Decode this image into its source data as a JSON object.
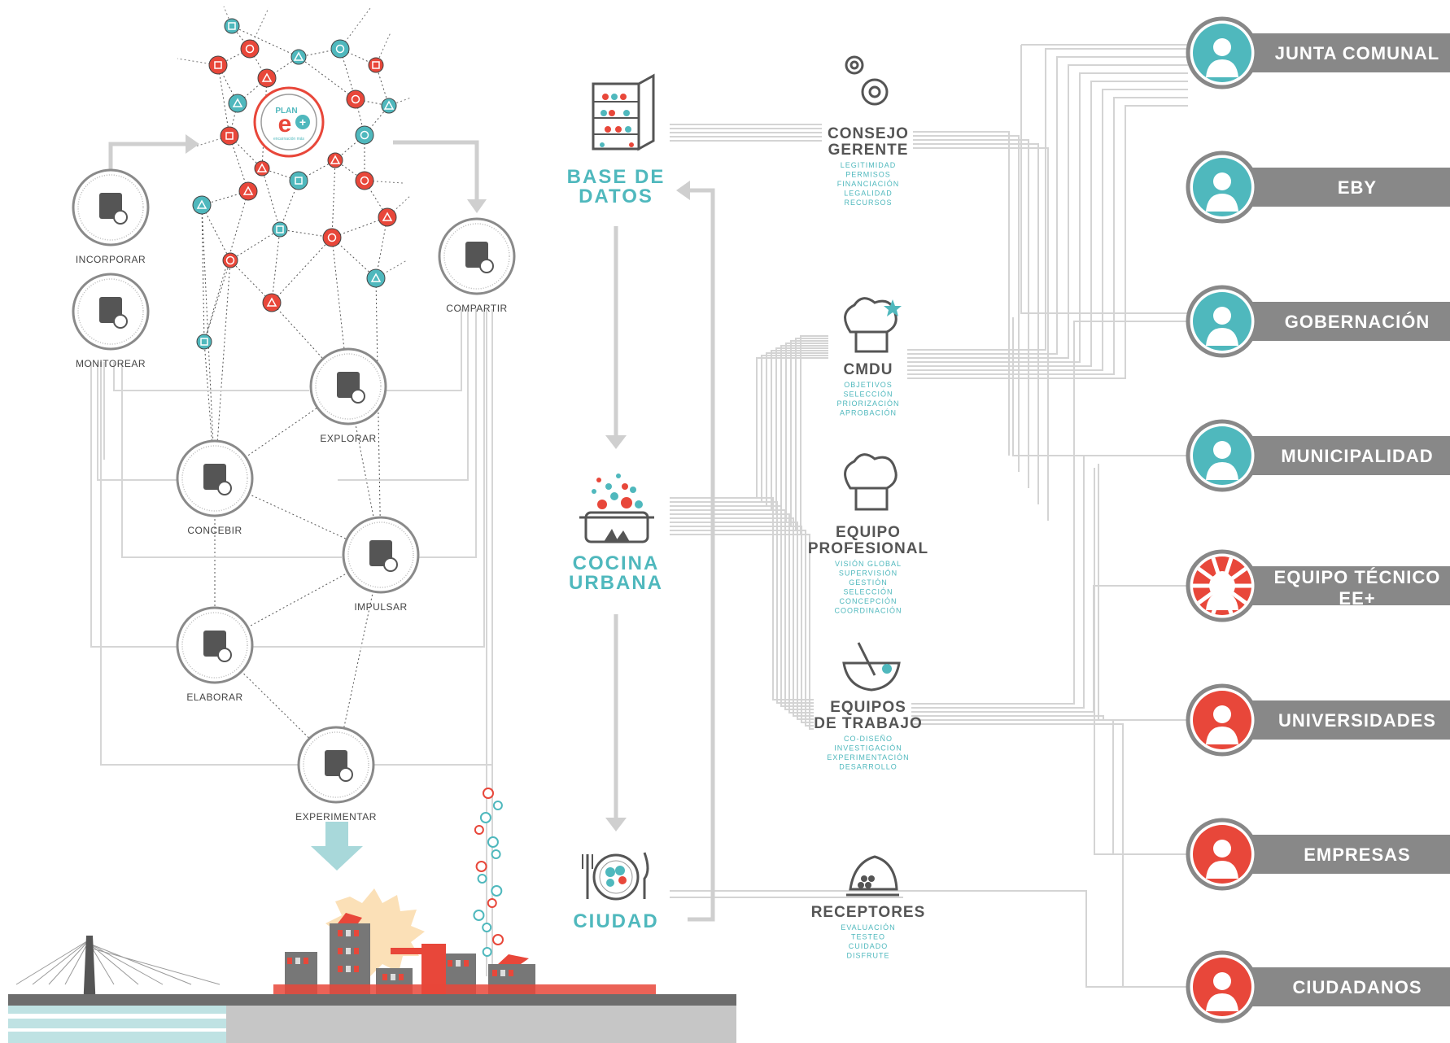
{
  "network": {
    "center": {
      "top": "PLAN",
      "letter": "e",
      "plus": "+",
      "caption": "encarnación más"
    },
    "stages": [
      {
        "key": "incorporar",
        "label": "INCORPORAR",
        "icon": "document-plus-icon"
      },
      {
        "key": "monitorear",
        "label": "MONITOREAR",
        "icon": "magnifier-icon"
      },
      {
        "key": "compartir",
        "label": "COMPARTIR",
        "icon": "megaphone-icon"
      },
      {
        "key": "explorar",
        "label": "EXPLORAR",
        "icon": "binoculars-icon"
      },
      {
        "key": "concebir",
        "label": "CONCEBIR",
        "icon": "brainstorm-icon"
      },
      {
        "key": "impulsar",
        "label": "IMPULSAR",
        "icon": "growth-chart-icon"
      },
      {
        "key": "elaborar",
        "label": "ELABORAR",
        "icon": "drafting-icon"
      },
      {
        "key": "experimentar",
        "label": "EXPERIMENTAR",
        "icon": "flask-icon"
      }
    ]
  },
  "kitchen": [
    {
      "key": "base",
      "lines": [
        "BASE DE",
        "DATOS"
      ],
      "icon": "fridge-icon"
    },
    {
      "key": "cocina",
      "lines": [
        "COCINA",
        "URBANA"
      ],
      "icon": "cooking-pot-icon"
    },
    {
      "key": "ciudad",
      "lines": [
        "CIUDAD"
      ],
      "icon": "plate-cutlery-icon"
    }
  ],
  "bodies": [
    {
      "key": "consejo",
      "title": [
        "CONSEJO",
        "GERENTE"
      ],
      "items": [
        "LEGITIMIDAD",
        "PERMISOS",
        "FINANCIACIÓN",
        "LEGALIDAD",
        "RECURSOS"
      ],
      "icon": "gears-icon"
    },
    {
      "key": "cmdu",
      "title": [
        "CMDU"
      ],
      "items": [
        "OBJETIVOS",
        "SELECCIÓN",
        "PRIORIZACIÓN",
        "APROBACIÓN"
      ],
      "icon": "chef-hat-star-icon"
    },
    {
      "key": "profesional",
      "title": [
        "EQUIPO",
        "PROFESIONAL"
      ],
      "items": [
        "VISIÓN GLOBAL",
        "SUPERVISIÓN",
        "GESTIÓN",
        "SELECCIÓN",
        "CONCEPCIÓN",
        "COORDINACIÓN"
      ],
      "icon": "chef-hat-icon"
    },
    {
      "key": "trabajo",
      "title": [
        "EQUIPOS",
        "DE TRABAJO"
      ],
      "items": [
        "CO-DISEÑO",
        "INVESTIGACIÓN",
        "EXPERIMENTACIÓN",
        "DESARROLLO"
      ],
      "icon": "mixing-bowl-icon"
    },
    {
      "key": "receptores",
      "title": [
        "RECEPTORES"
      ],
      "items": [
        "EVALUACIÓN",
        "TESTEO",
        "CUIDADO",
        "DISFRUTE"
      ],
      "icon": "cloche-icon"
    }
  ],
  "actors": [
    {
      "key": "junta",
      "lines": [
        "JUNTA COMUNAL"
      ],
      "color": "teal",
      "icon": "group-avatar-icon"
    },
    {
      "key": "eby",
      "lines": [
        "EBY"
      ],
      "color": "teal",
      "icon": "person-tie-avatar-icon"
    },
    {
      "key": "gobernacion",
      "lines": [
        "GOBERNACIÓN"
      ],
      "color": "teal",
      "icon": "person-suit-avatar-icon"
    },
    {
      "key": "municipalidad",
      "lines": [
        "MUNICIPALIDAD"
      ],
      "color": "teal",
      "icon": "person-avatar-icon"
    },
    {
      "key": "tecnico",
      "lines": [
        "EQUIPO TÉCNICO",
        "EE+"
      ],
      "color": "striped",
      "icon": "worker-avatar-icon"
    },
    {
      "key": "universidades",
      "lines": [
        "UNIVERSIDADES"
      ],
      "color": "red",
      "icon": "graduate-avatar-icon"
    },
    {
      "key": "empresas",
      "lines": [
        "EMPRESAS"
      ],
      "color": "red",
      "icon": "business-avatar-icon"
    },
    {
      "key": "ciudadanos",
      "lines": [
        "CIUDADANOS"
      ],
      "color": "red",
      "icon": "citizen-avatar-icon"
    }
  ],
  "colors": {
    "teal": "#4fb8bd",
    "red": "#e8473a",
    "gray": "#8e8e8e",
    "line": "#d6d6d6",
    "dark": "#555555"
  }
}
